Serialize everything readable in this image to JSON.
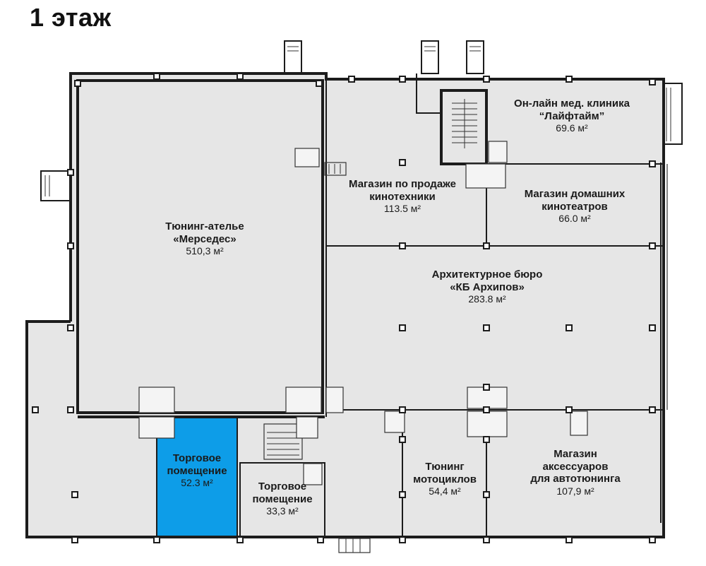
{
  "title": "1 этаж",
  "rooms": [
    {
      "name": "Тюнинг-ателье\n«Мерседес»",
      "area": "510,3 м²"
    },
    {
      "name": "Магазин по продаже\nкинотехники",
      "area": "113.5 м²"
    },
    {
      "name": "Он-лайн мед. клиника\n“Лайфтайм”",
      "area": "69.6 м²"
    },
    {
      "name": "Магазин домашних\nкинотеатров",
      "area": "66.0 м²"
    },
    {
      "name": "Архитектурное бюро\n«КБ Архипов»",
      "area": "283.8 м²"
    },
    {
      "name": "Торговое\nпомещение",
      "area": "52.3 м²",
      "highlighted": true
    },
    {
      "name": "Торговое\nпомещение",
      "area": "33,3 м²"
    },
    {
      "name": "Тюнинг\nмотоциклов",
      "area": "54,4 м²"
    },
    {
      "name": "Магазин\nаксессуаров\nдля автотюнинга",
      "area": "107,9 м²"
    }
  ],
  "colors": {
    "highlight": "#0d9de8",
    "room_fill": "#e6e6e6",
    "wall": "#1c1c1c"
  }
}
